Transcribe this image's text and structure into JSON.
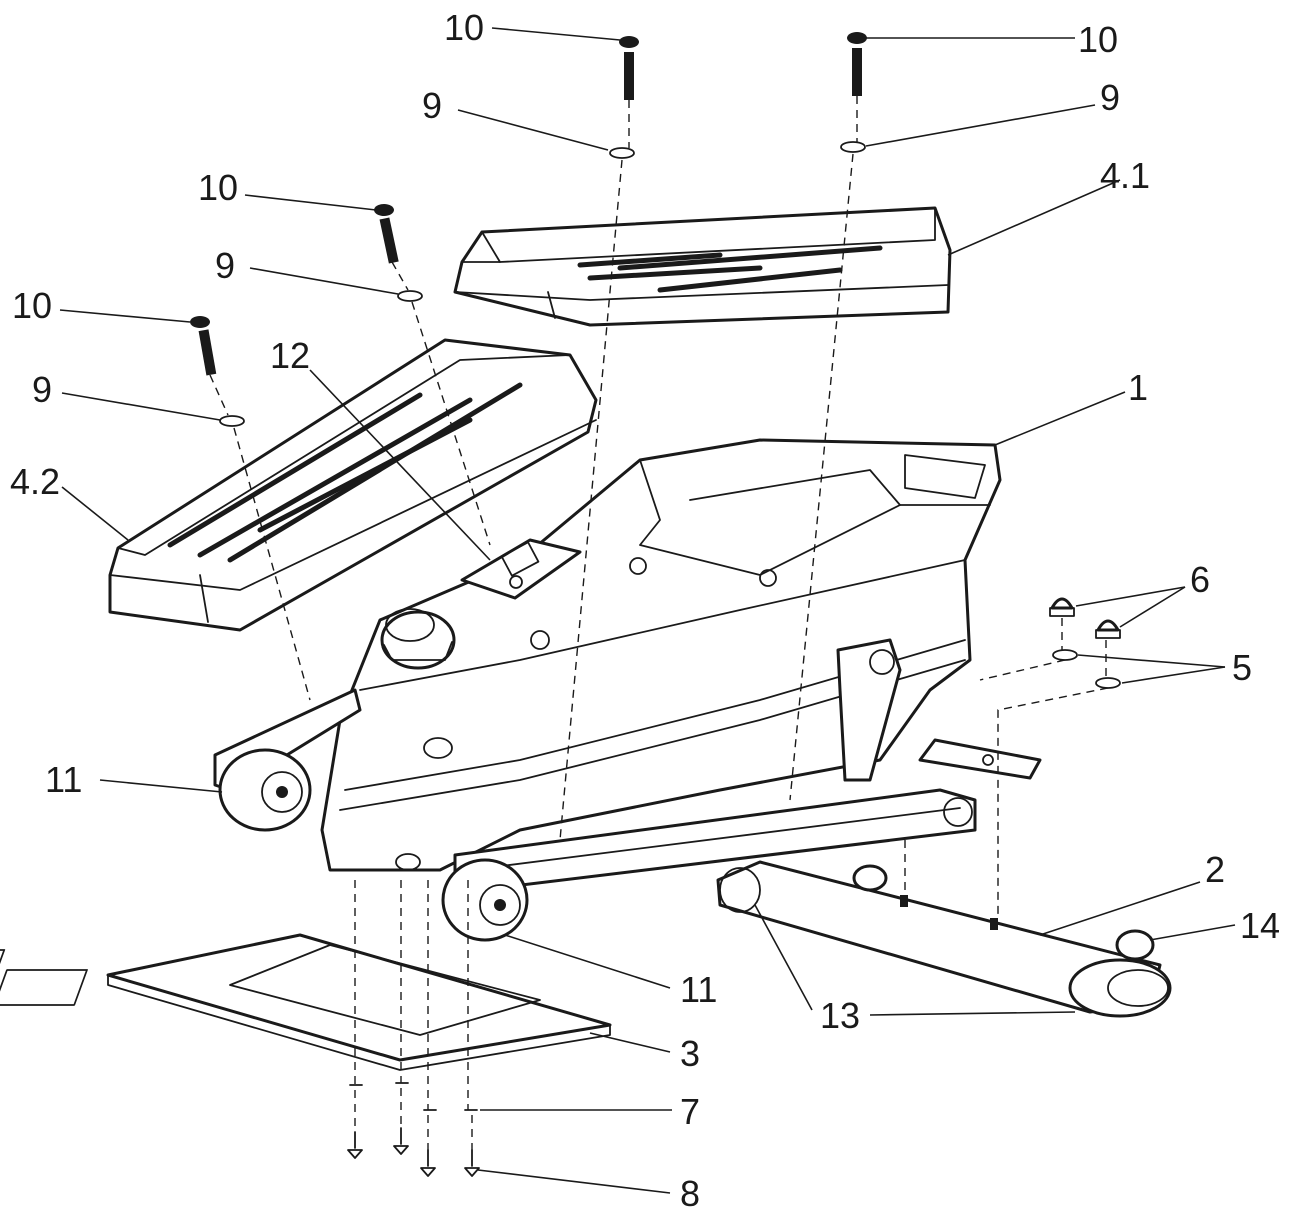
{
  "labels": {
    "l10a": "10",
    "l10b": "10",
    "l10c": "10",
    "l10d": "10",
    "l9a": "9",
    "l9b": "9",
    "l9c": "9",
    "l9d": "9",
    "l4_1": "4.1",
    "l4_2": "4.2",
    "l12": "12",
    "l1": "1",
    "l6": "6",
    "l5": "5",
    "l11a": "11",
    "l11b": "11",
    "l2": "2",
    "l14": "14",
    "l13": "13",
    "l3": "3",
    "l7": "7",
    "l8": "8"
  }
}
